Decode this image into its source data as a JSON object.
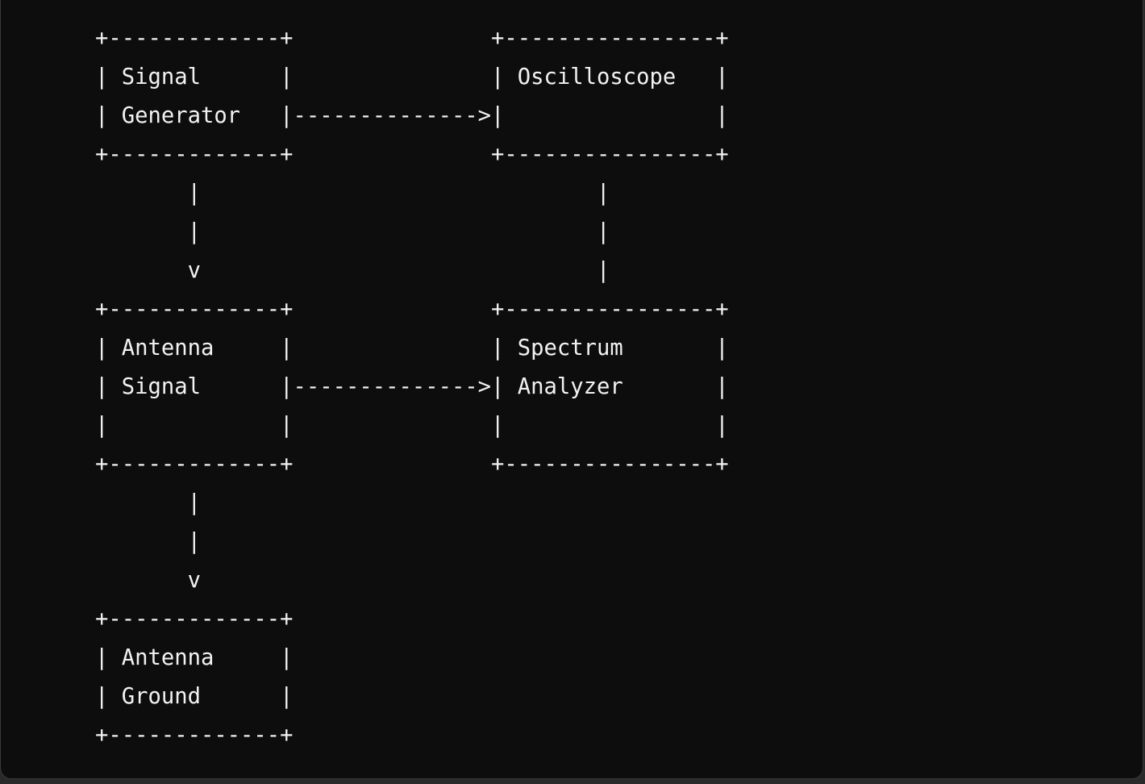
{
  "diagram": {
    "lines": [
      "+-------------+               +----------------+",
      "| Signal      |               | Oscilloscope   |",
      "| Generator   |-------------->|                |",
      "+-------------+               +----------------+",
      "       |                              |",
      "       |                              |",
      "       v                              |",
      "+-------------+               +----------------+",
      "| Antenna     |               | Spectrum       |",
      "| Signal      |-------------->| Analyzer       |",
      "|             |               |                |",
      "+-------------+               +----------------+",
      "       |",
      "       |",
      "       v",
      "+-------------+",
      "| Antenna     |",
      "| Ground      |",
      "+-------------+"
    ]
  }
}
